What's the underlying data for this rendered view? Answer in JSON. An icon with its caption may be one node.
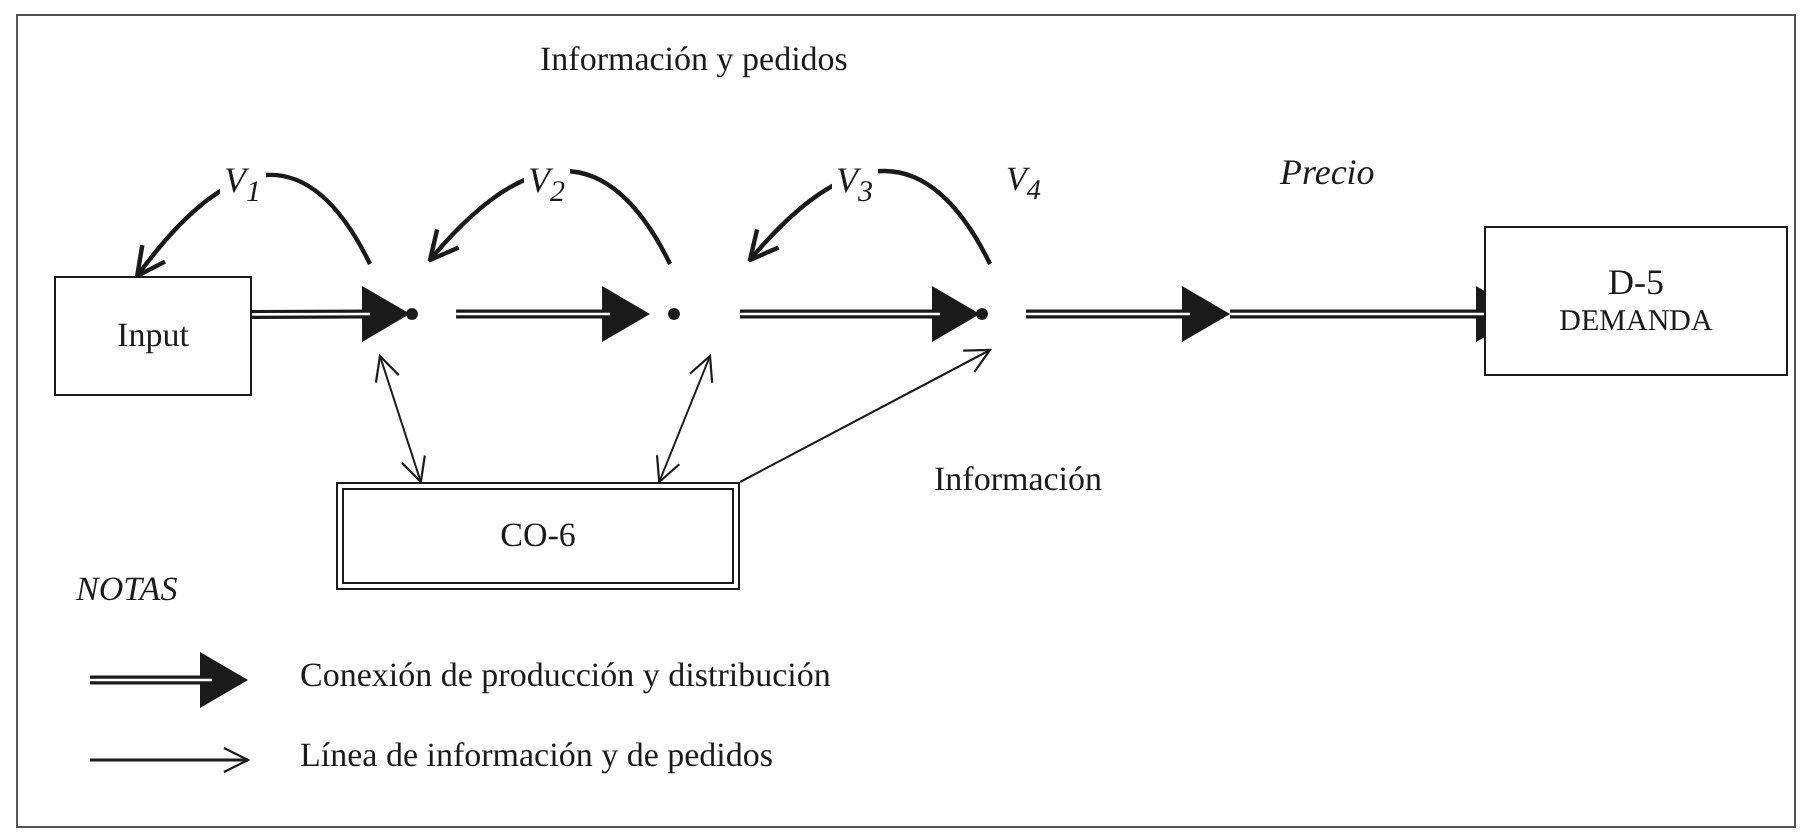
{
  "diagram": {
    "nodes": [
      {
        "text": [
          "Input"
        ]
      },
      {
        "text": [],
        "shape": "point"
      },
      {
        "text": [],
        "shape": "point"
      },
      {
        "text": [],
        "shape": "point"
      },
      {
        "text": [
          "D-5",
          "DEMANDA"
        ]
      },
      {
        "text": [
          "CO-6"
        ]
      }
    ],
    "edges": [
      {
        "from": 0,
        "to": 1,
        "arrow": "to",
        "style": "thick"
      },
      {
        "from": 1,
        "to": 2,
        "arrow": "to",
        "style": "thick"
      },
      {
        "from": 2,
        "to": 3,
        "arrow": "to",
        "style": "thick"
      },
      {
        "from": 3,
        "to": null,
        "arrow": "to",
        "style": "thick"
      },
      {
        "from": null,
        "to": 4,
        "arrow": "to",
        "style": "thick",
        "label": "Precio"
      },
      {
        "from": 1,
        "to": 0,
        "arrow": "to",
        "label": "V$_{1}$"
      },
      {
        "from": 2,
        "to": 1,
        "arrow": "to",
        "label": "V$_{2}$"
      },
      {
        "from": 3,
        "to": 2,
        "arrow": "to",
        "label": "V$_{3}$"
      },
      {
        "from": 5,
        "to": 1,
        "arrow": "both"
      },
      {
        "from": 5,
        "to": 2,
        "arrow": "both"
      },
      {
        "from": 5,
        "to": 3,
        "arrow": "to"
      }
    ],
    "labels": [
      "Información y pedidos",
      "V$_{4}$",
      "Información",
      "NOTAS"
    ],
    "legend": [
      {
        "text": "Conexión de producción y distribución"
      },
      {
        "text": "Línea de información y de pedidos"
      }
    ]
  }
}
